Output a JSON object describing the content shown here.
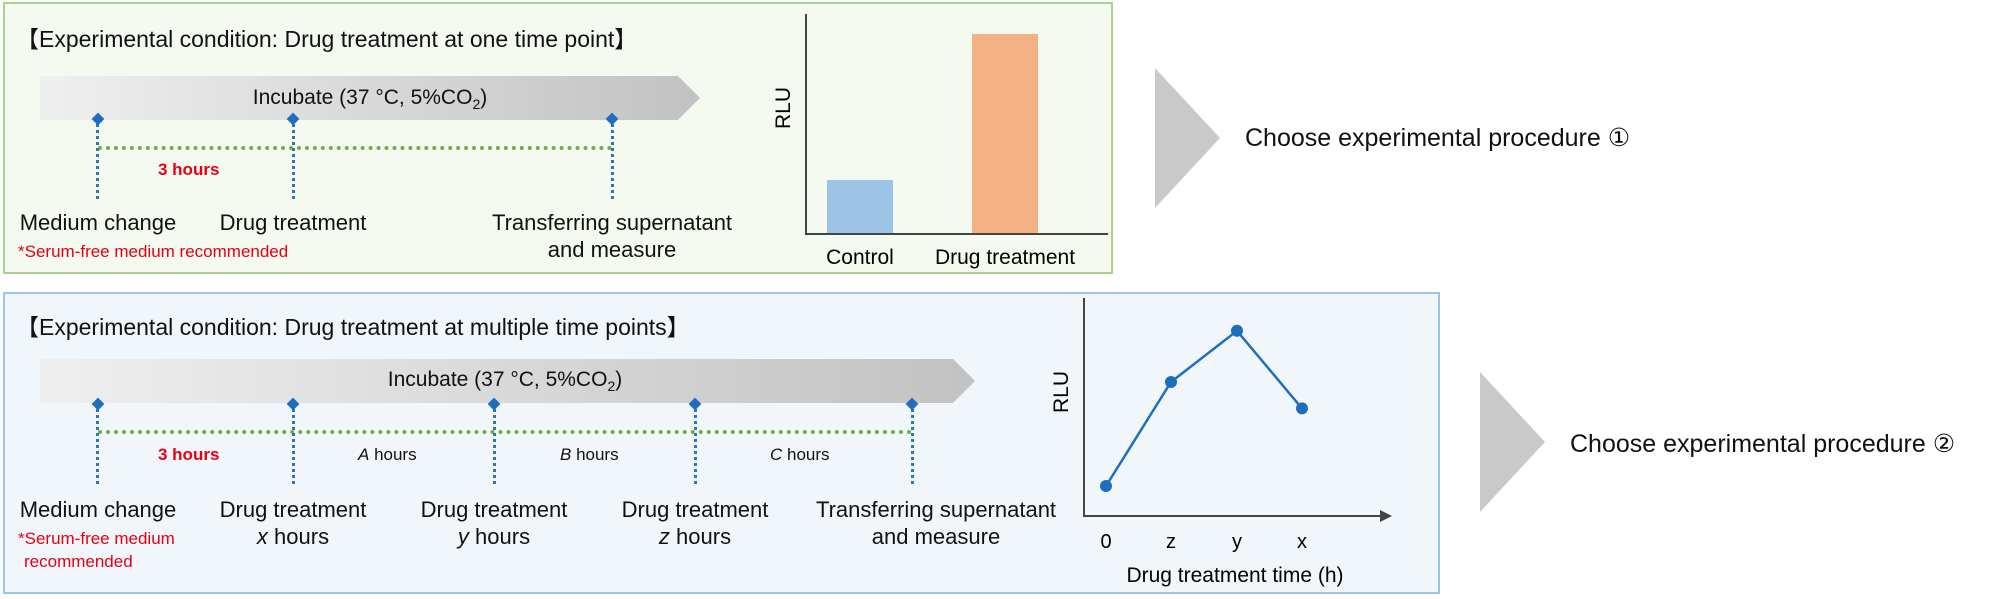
{
  "panel1": {
    "title": "【Experimental condition: Drug treatment at one time point】",
    "incubate_prefix": "Incubate (37 °C, 5%CO",
    "incubate_sub": "2",
    "incubate_suffix": ")",
    "interval_label": "3 hours",
    "steps": [
      {
        "line1": "Medium change",
        "line2": ""
      },
      {
        "line1": "Drug treatment",
        "line2": ""
      },
      {
        "line1": "Transferring supernatant",
        "line2": "and measure"
      }
    ],
    "note": "*Serum-free medium  recommended"
  },
  "panel2": {
    "title": "【Experimental condition: Drug treatment at multiple time points】",
    "incubate_prefix": "Incubate (37 °C, 5%CO",
    "incubate_sub": "2",
    "incubate_suffix": ")",
    "intervals": [
      {
        "var": "",
        "text": "3 hours"
      },
      {
        "var": "A",
        "text": " hours"
      },
      {
        "var": "B",
        "text": " hours"
      },
      {
        "var": "C",
        "text": " hours"
      }
    ],
    "steps": [
      {
        "line1": "Medium change",
        "var": "",
        "unit": ""
      },
      {
        "line1": "Drug treatment",
        "var": "x",
        "unit": " hours"
      },
      {
        "line1": "Drug treatment",
        "var": "y",
        "unit": " hours"
      },
      {
        "line1": "Drug treatment",
        "var": "z",
        "unit": " hours"
      },
      {
        "line1": "Transferring supernatant",
        "var": "",
        "unit": "and measure"
      }
    ],
    "note_line1": "*Serum-free medium",
    "note_line2": "recommended"
  },
  "choose1": "Choose experimental procedure ①",
  "choose2": "Choose experimental procedure ②",
  "colors": {
    "green_border": "#a9d18e",
    "blue_border": "#9dc3e6",
    "control_bar": "#9dc3e6",
    "drug_bar": "#f4b183",
    "line": "#1f6ebd",
    "note_red": "#e60012"
  },
  "chart_data": [
    {
      "type": "bar",
      "categories": [
        "Control",
        "Drug treatment"
      ],
      "values": [
        0.27,
        1.0
      ],
      "ylabel": "RLU",
      "xlabel": "",
      "ylim": [
        0,
        1.1
      ],
      "grid": false
    },
    {
      "type": "line",
      "x": [
        "0",
        "z",
        "y",
        "x"
      ],
      "y": [
        0.0,
        0.67,
        1.0,
        0.5
      ],
      "xlabel": "Drug treatment time (h)",
      "ylabel": "RLU",
      "ylim": [
        0,
        1.25
      ],
      "grid": false
    }
  ]
}
